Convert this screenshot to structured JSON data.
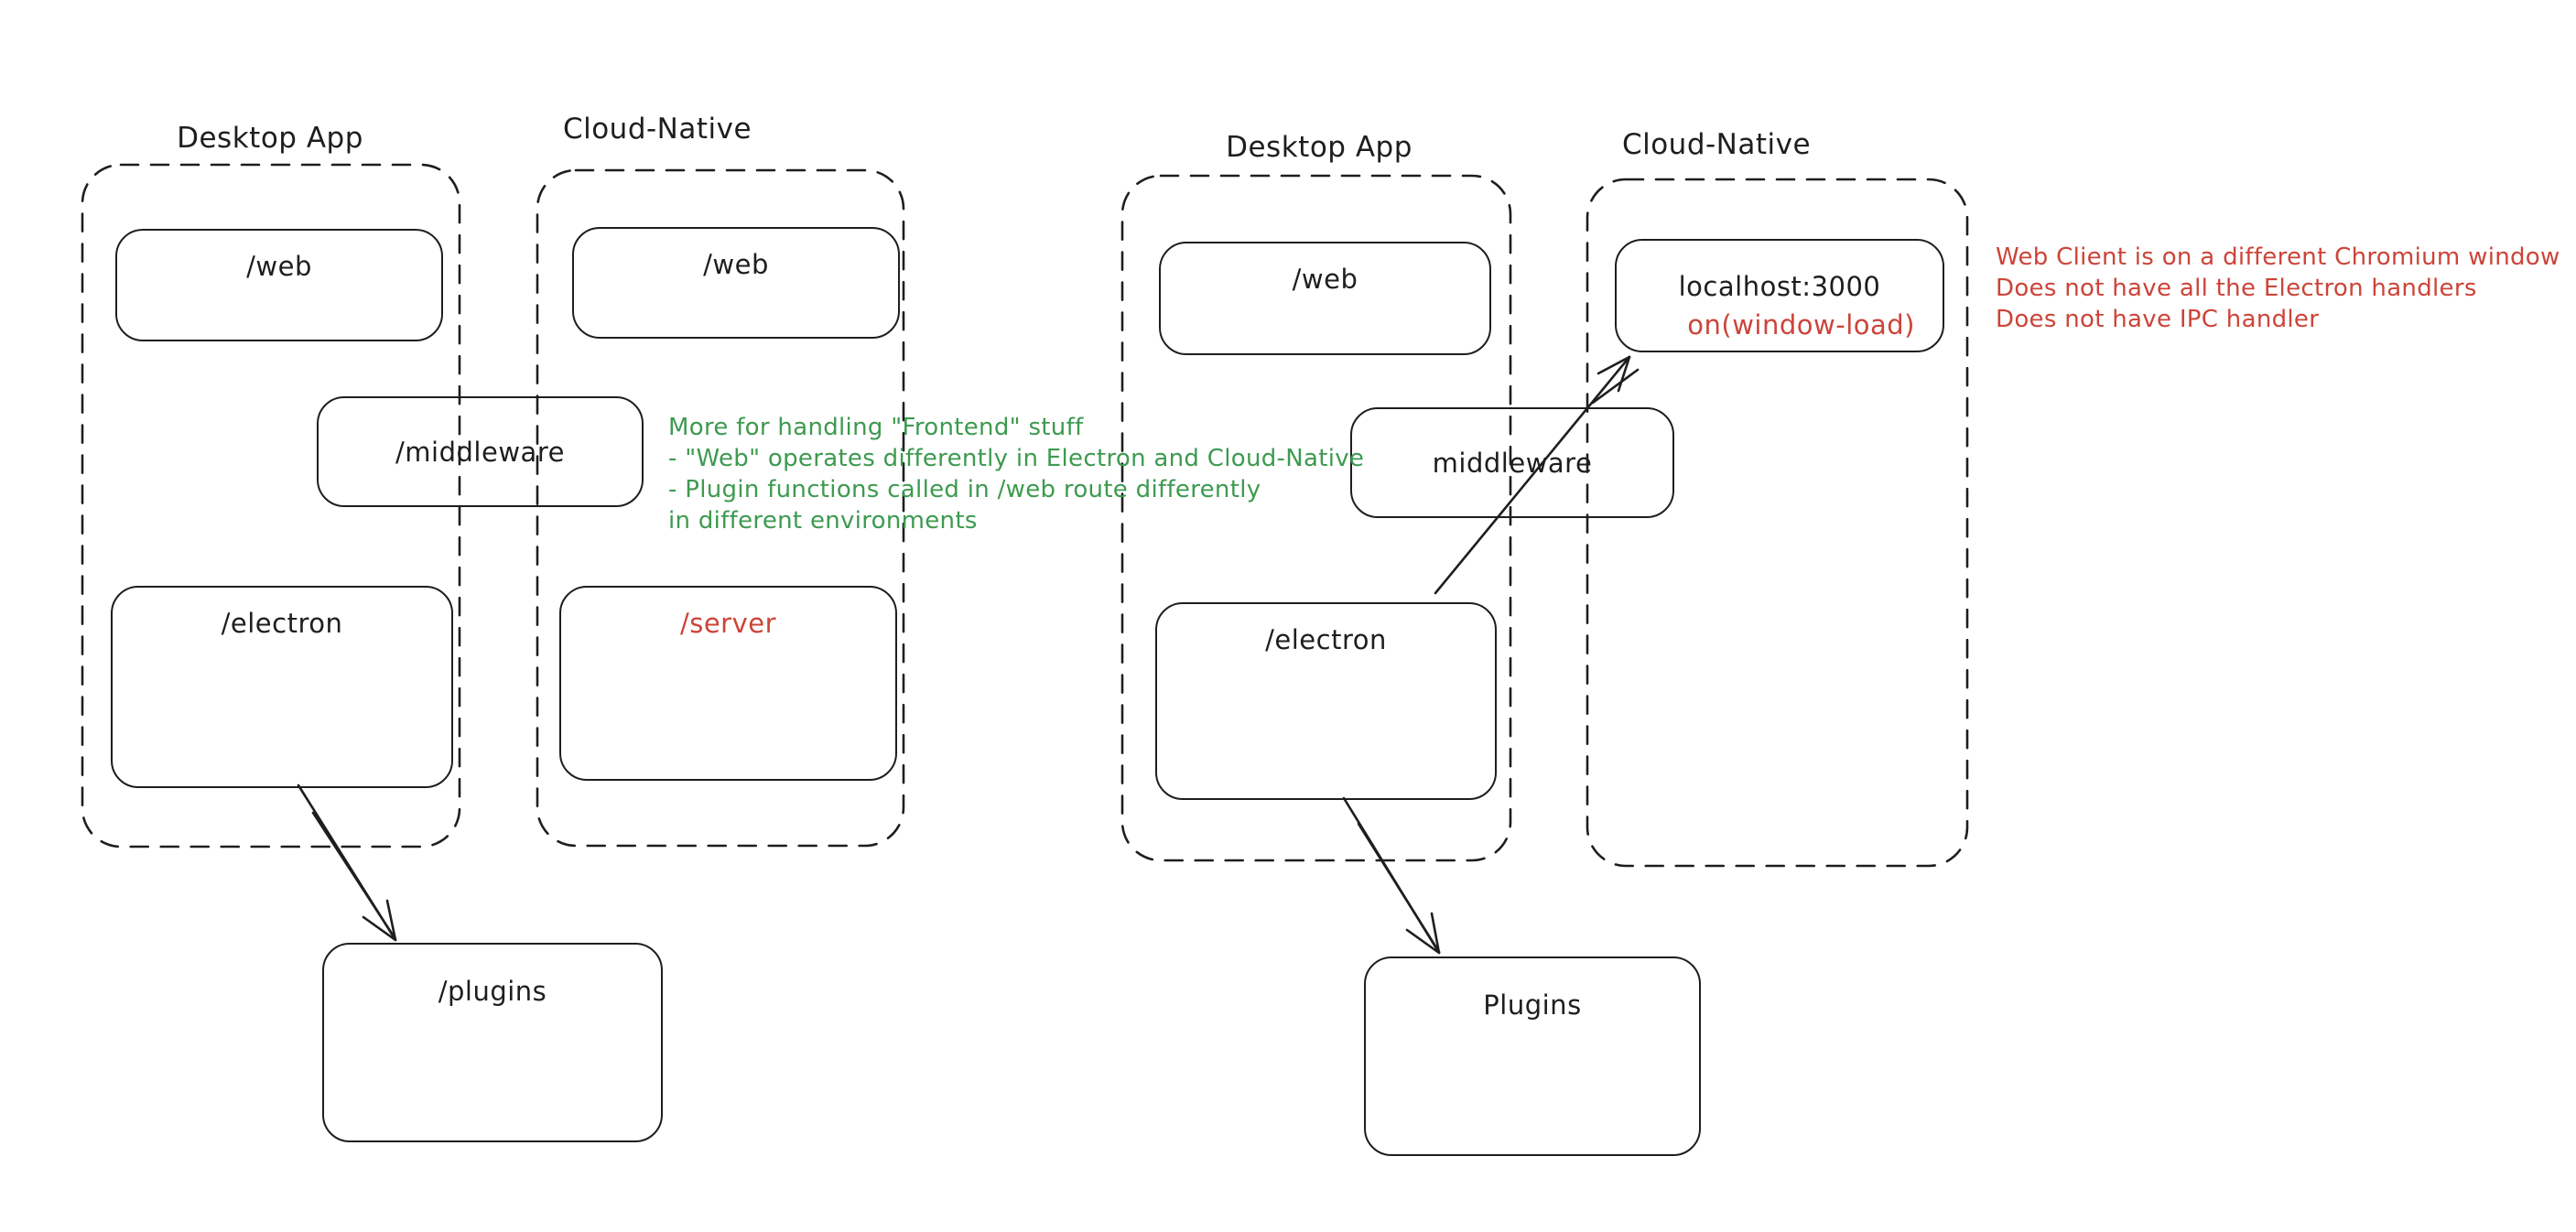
{
  "colors": {
    "stroke": "#1e1e1e",
    "annotation_green": "#3d9a50",
    "annotation_red": "#cc4439",
    "background": "#ffffff"
  },
  "diagram_left": {
    "desktop_app": {
      "title": "Desktop App",
      "web_label": "/web",
      "electron_label": "/electron"
    },
    "cloud_native": {
      "title": "Cloud-Native",
      "web_label": "/web",
      "server_label": "/server"
    },
    "middleware_label": "/middleware",
    "plugins_label": "/plugins",
    "green_note_lines": [
      "More for handling \"Frontend\" stuff",
      "- \"Web\" operates differently in Electron and Cloud-Native",
      "- Plugin functions called in /web route differently",
      "in different environments"
    ]
  },
  "diagram_right": {
    "desktop_app": {
      "title": "Desktop App",
      "web_label": "/web",
      "electron_label": "/electron"
    },
    "cloud_native": {
      "title": "Cloud-Native",
      "localhost_label": "localhost:3000",
      "window_load_label": "on(window-load)"
    },
    "middleware_label": "middleware",
    "plugins_label": "Plugins",
    "red_note_lines": [
      "Web Client is on a different Chromium window",
      "Does not have all the Electron handlers",
      "Does not have IPC handler"
    ]
  }
}
